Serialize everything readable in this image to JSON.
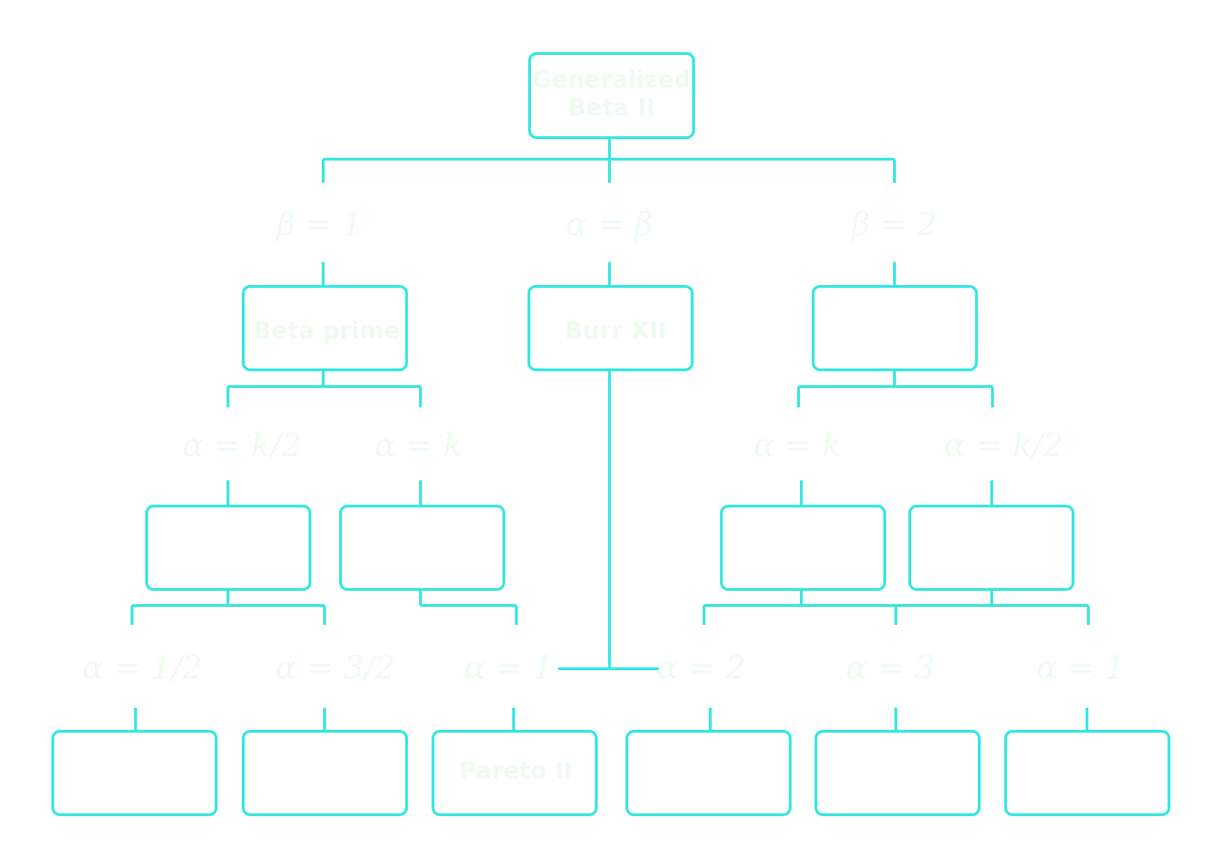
{
  "colors": {
    "line": "#35e7e2",
    "text": "#f0fbf0",
    "background": "#ffffff"
  },
  "nodes": {
    "root": {
      "lines": [
        "Generalized",
        "Beta II"
      ]
    },
    "beta_prime": {
      "lines": [
        "Beta prime"
      ]
    },
    "burr_xii": {
      "lines": [
        "Burr XII"
      ]
    },
    "right_mid": {
      "lines": []
    },
    "l_a": {
      "lines": []
    },
    "l_b": {
      "lines": []
    },
    "r_a": {
      "lines": []
    },
    "r_b": {
      "lines": []
    },
    "leaf1": {
      "lines": []
    },
    "leaf2": {
      "lines": []
    },
    "pareto_ii": {
      "lines": [
        "Pareto II"
      ]
    },
    "leaf4": {
      "lines": []
    },
    "leaf5": {
      "lines": []
    },
    "leaf6": {
      "lines": []
    }
  },
  "conditions": {
    "beta_1": "β = 1",
    "alpha_eq_beta": "α = β",
    "beta_2": "β = 2",
    "alpha_k_half_left": "α = k/2",
    "alpha_k_left": "α = k",
    "alpha_k_right": "α = k",
    "alpha_k_half_right": "α = k/2",
    "alpha_1_2": "α = 1/2",
    "alpha_3_2": "α = 3/2",
    "alpha_1_mid": "α = 1",
    "alpha_2": "α = 2",
    "alpha_3": "α = 3",
    "alpha_1_right": "α = 1"
  }
}
